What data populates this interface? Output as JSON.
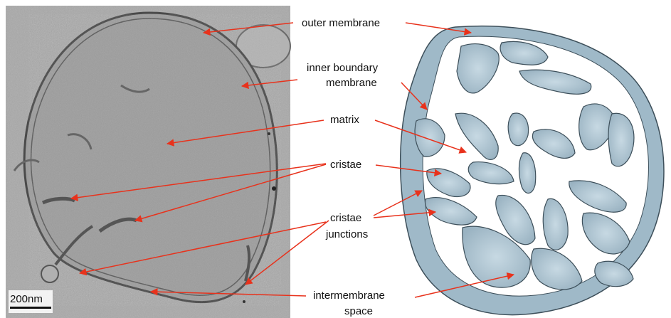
{
  "scale_bar": {
    "label": "200nm"
  },
  "labels": {
    "outer_membrane": "outer membrane",
    "inner_boundary_membrane_line1": "inner boundary",
    "inner_boundary_membrane_line2": "membrane",
    "matrix": "matrix",
    "cristae": "cristae",
    "cristae_junctions_line1": "cristae",
    "cristae_junctions_line2": "junctions",
    "intermembrane_space_line1": "intermembrane",
    "intermembrane_space_line2": "space"
  },
  "colors": {
    "arrow": "#e8321c",
    "em_background": "#a8a8a8",
    "model_fill": "#9fb9c8",
    "model_outline": "#3d4f5a"
  }
}
